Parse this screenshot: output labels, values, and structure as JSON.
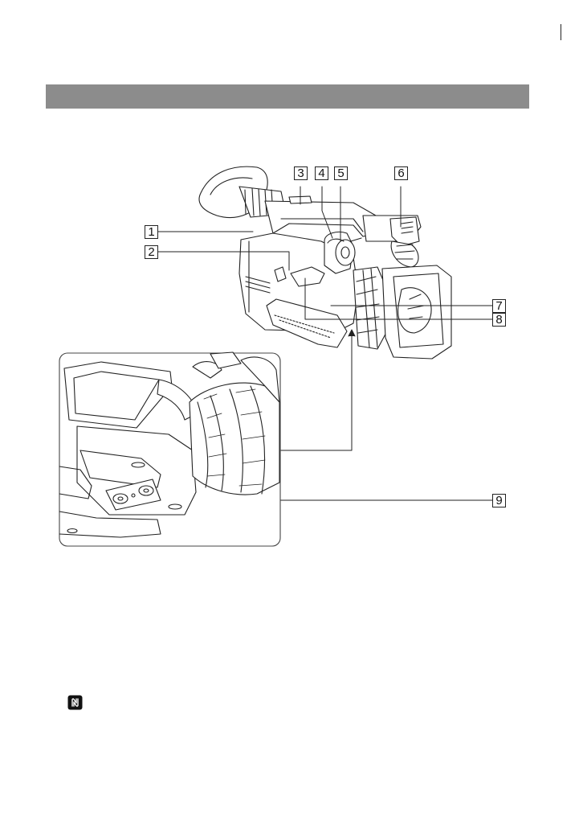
{
  "callouts": [
    "1",
    "2",
    "3",
    "4",
    "5",
    "6",
    "7",
    "8",
    "9"
  ],
  "icons": {
    "nfc": "nfc-n-mark-icon",
    "camcorder": "camcorder-illustration",
    "inset": "detail-inset-illustration"
  },
  "colors": {
    "section_bar": "#8c8c8c",
    "line": "#222222",
    "background": "#ffffff"
  }
}
